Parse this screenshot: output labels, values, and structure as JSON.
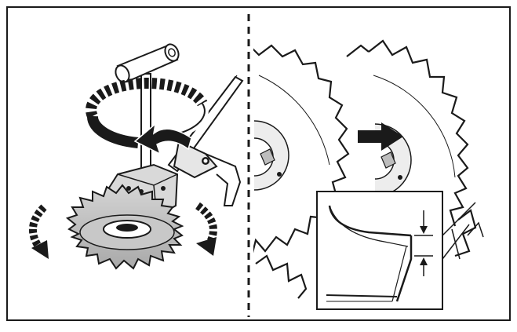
{
  "figure": {
    "panels": [
      {
        "id": "left",
        "subject": "brush-cutter-blade-tightening"
      },
      {
        "id": "right",
        "subject": "blade-tooth-sharpening-detail"
      }
    ],
    "icons": [
      "socket-wrench-icon",
      "rotation-arrow-icon",
      "direction-arrow-icon",
      "measurement-marker-icon"
    ],
    "colors": {
      "ink": "#1a1a1a",
      "paper": "#ffffff",
      "gray_fill": "#bdbdbd",
      "light_gray": "#e6e6e6"
    }
  }
}
